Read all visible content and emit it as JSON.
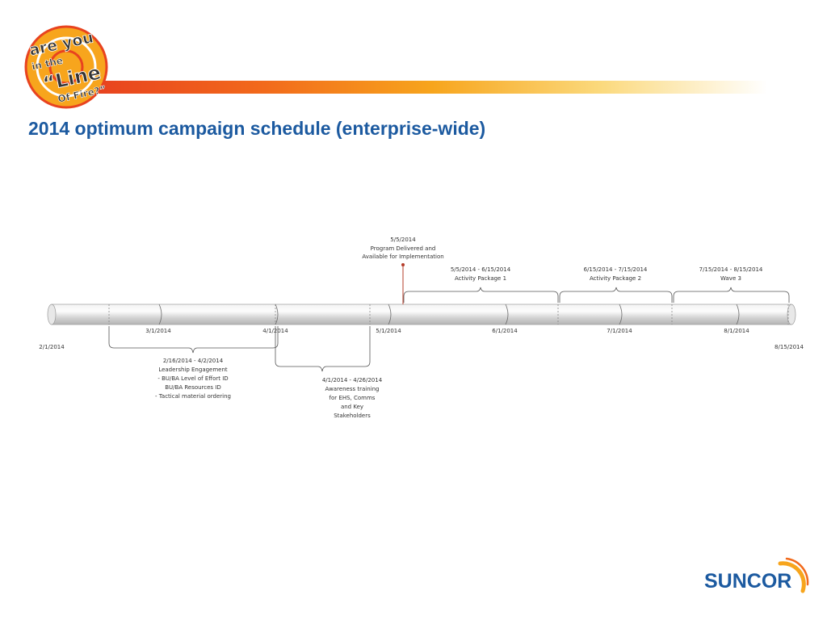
{
  "logo": {
    "line1": "are you",
    "line2": "in the",
    "line3": "“Line",
    "line4": "Of Fire?”"
  },
  "page_title": "2014 optimum campaign schedule (enterprise-wide)",
  "timeline": {
    "start_label": "2/1/2014",
    "end_label": "8/15/2014",
    "ticks": [
      "3/1/2014",
      "4/1/2014",
      "5/1/2014",
      "6/1/2014",
      "7/1/2014",
      "8/1/2014"
    ],
    "milestone": {
      "date": "5/5/2014",
      "line1": "Program Delivered and",
      "line2": "Available for Implementation"
    },
    "top_spans": [
      {
        "dates": "5/5/2014 - 6/15/2014",
        "name": "Activity Package 1"
      },
      {
        "dates": "6/15/2014 - 7/15/2014",
        "name": "Activity Package 2"
      },
      {
        "dates": "7/15/2014 - 8/15/2014",
        "name": "Wave 3"
      }
    ],
    "bottom_spans": [
      {
        "lines": [
          "2/16/2014 - 4/2/2014",
          "Leadership Engagement",
          "- BU/BA Level of Effort ID",
          "BU/BA Resources ID",
          "- Tactical material ordering"
        ]
      },
      {
        "lines": [
          "4/1/2014 - 4/26/2014",
          "Awareness training",
          "for EHS, Comms",
          "and Key",
          "Stakeholders"
        ]
      }
    ]
  },
  "brand": {
    "name": "SUNCOR",
    "color": "#1c5aa0",
    "accent": "#f7a51d"
  }
}
